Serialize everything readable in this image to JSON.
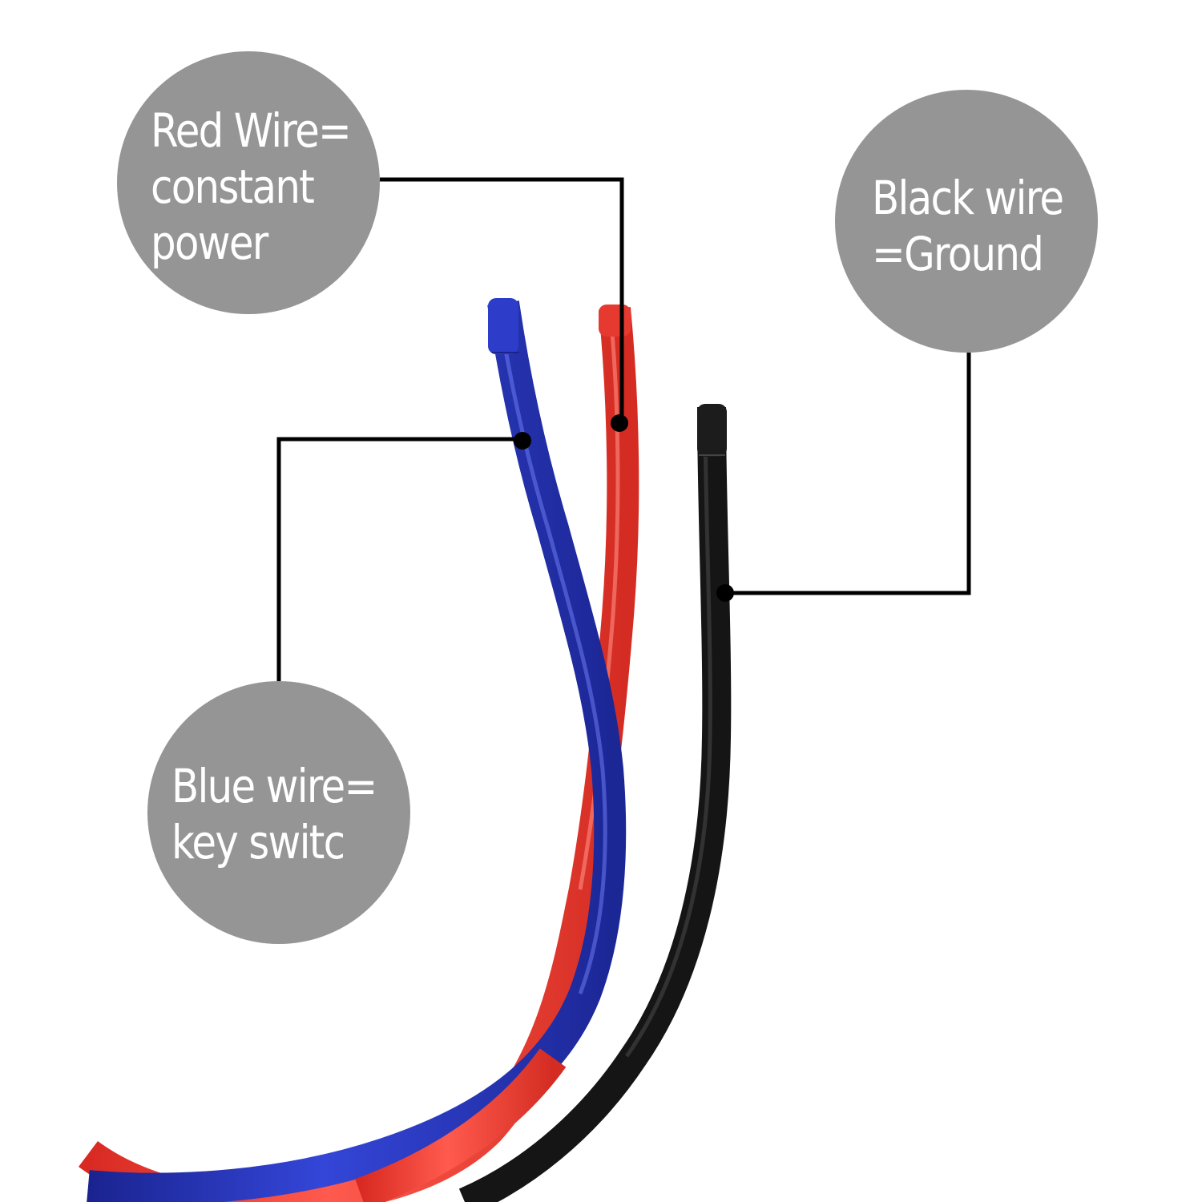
{
  "colors": {
    "background": "#ffffff",
    "bubble": "#959595",
    "bubble_text": "#ffffff",
    "leader_line": "#000000",
    "red_wire": "#f0443a",
    "blue_wire": "#2a38c8",
    "black_wire": "#161616"
  },
  "callouts": {
    "red": {
      "line1": "Red Wire=",
      "line2": "constant",
      "line3": "power",
      "wire_color_name": "red"
    },
    "black": {
      "line1": "Black wire",
      "line2": "=Ground",
      "wire_color_name": "black"
    },
    "blue": {
      "line1": "Blue wire=",
      "line2": "key switc",
      "wire_color_name": "blue"
    }
  }
}
